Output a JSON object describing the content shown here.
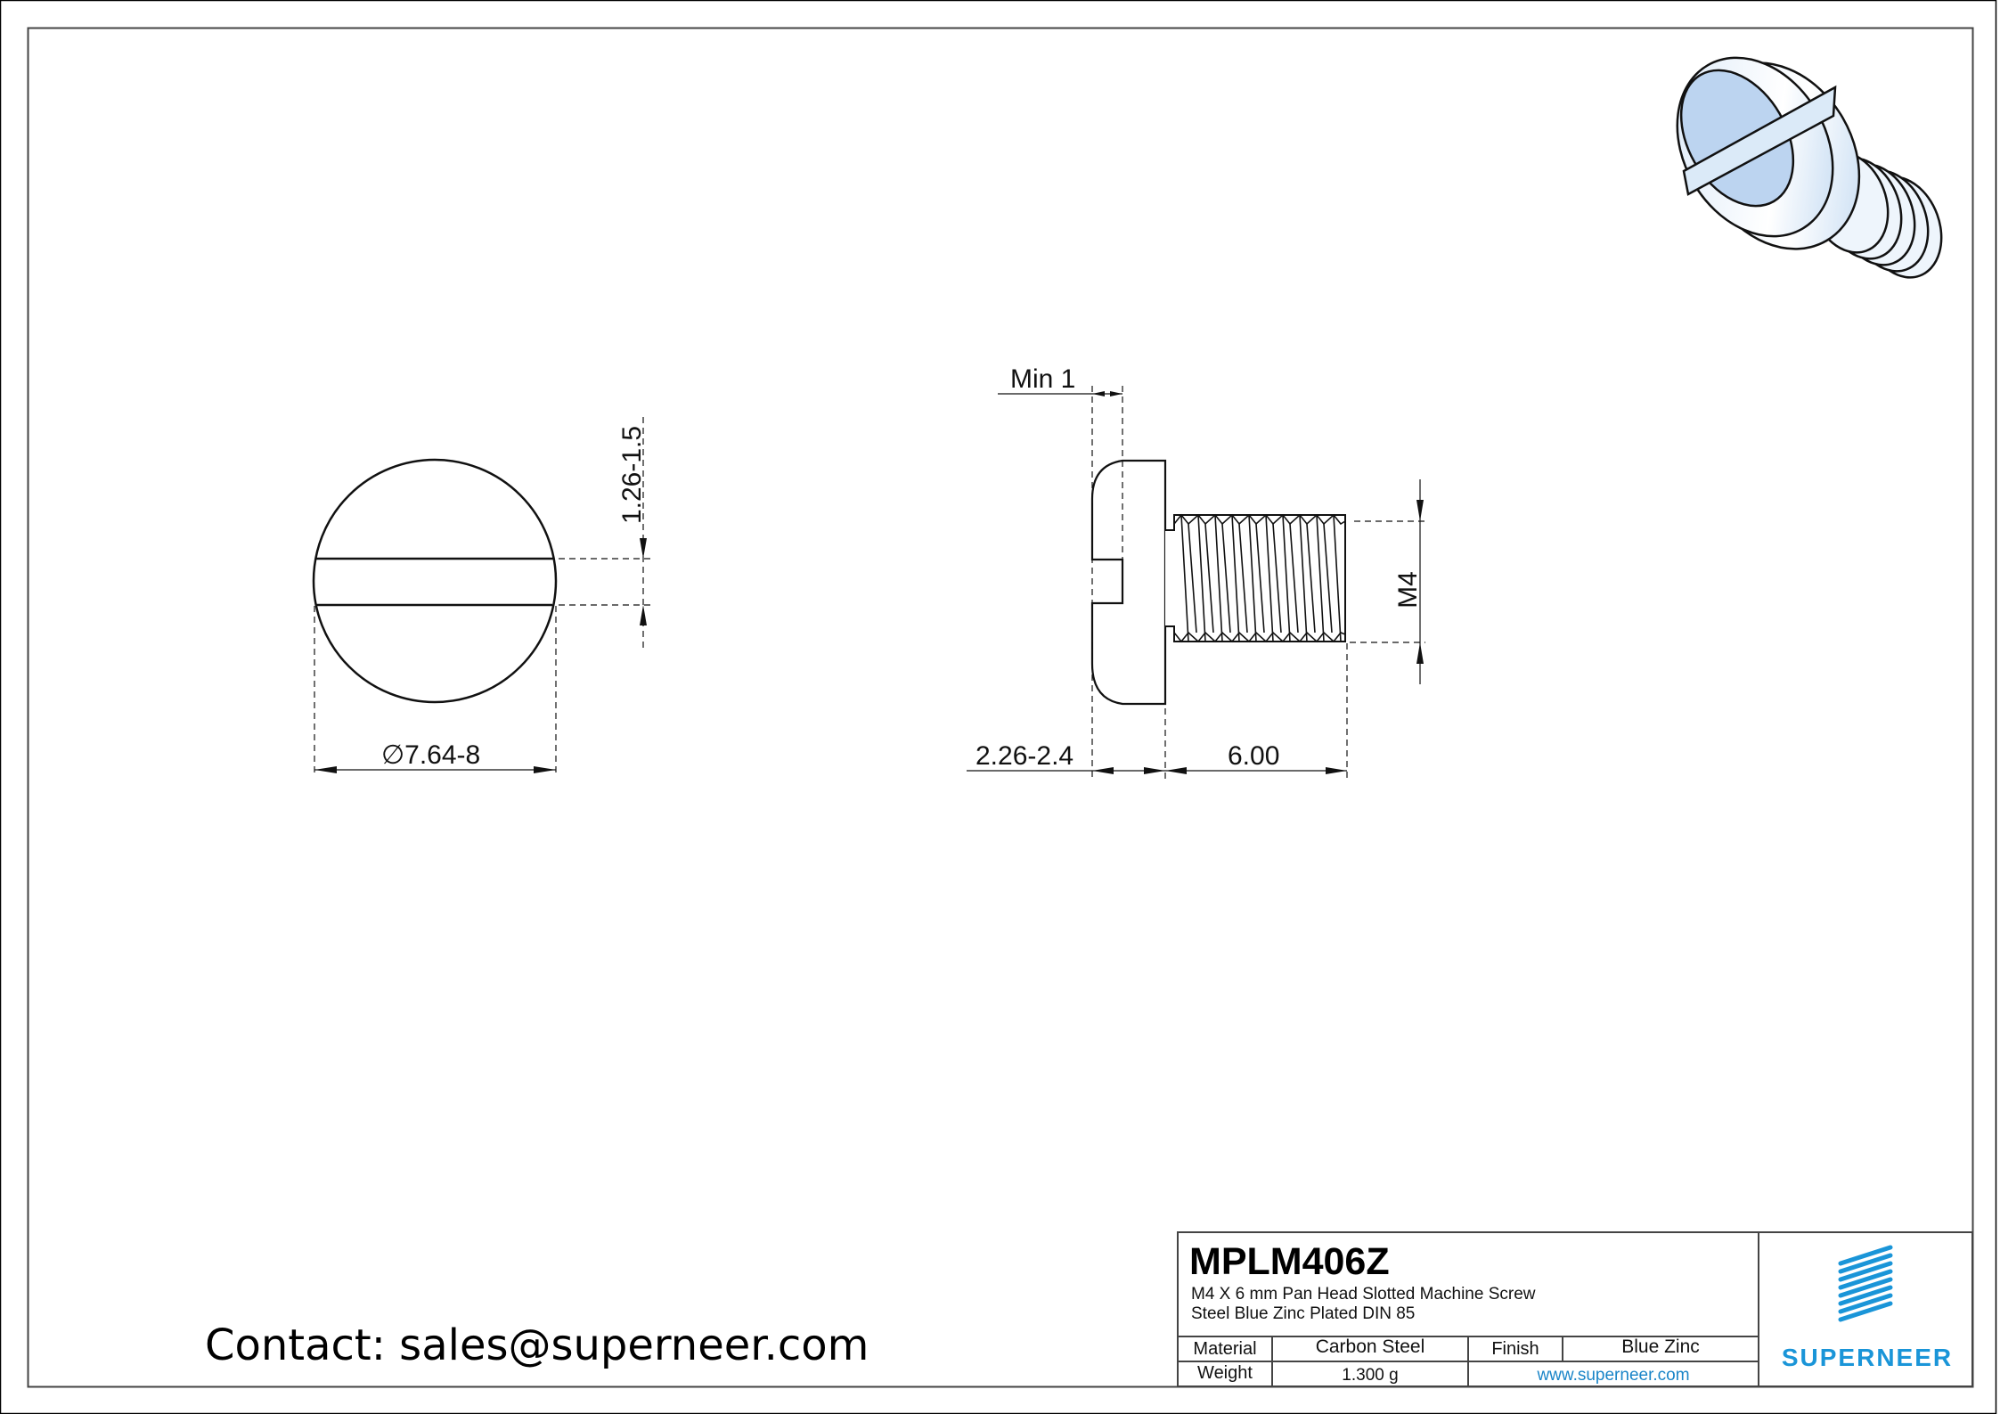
{
  "drawing": {
    "contact_text": "Contact: sales@superneer.com",
    "views": {
      "top_view": {
        "diameter_label": "∅7.64-8",
        "slot_width_label": "1.26-1.5"
      },
      "side_view": {
        "slot_depth_label": "Min 1",
        "head_height_label": "2.26-2.4",
        "length_label": "6.00",
        "thread_label": "M4"
      },
      "iso_view": {
        "color": "#b9d4f0"
      }
    }
  },
  "title_block": {
    "part_number": "MPLM406Z",
    "description_line1": "M4 X 6 mm  Pan Head Slotted Machine Screw",
    "description_line2": "Steel Blue Zinc Plated DIN 85",
    "material_label": "Material",
    "material_value": "Carbon Steel",
    "finish_label": "Finish",
    "finish_value": "Blue Zinc",
    "weight_label": "Weight",
    "weight_value": "1.300 g",
    "website": "www.superneer.com",
    "logo_text": "SUPERNEER",
    "brand_color": "#1a95d8"
  }
}
